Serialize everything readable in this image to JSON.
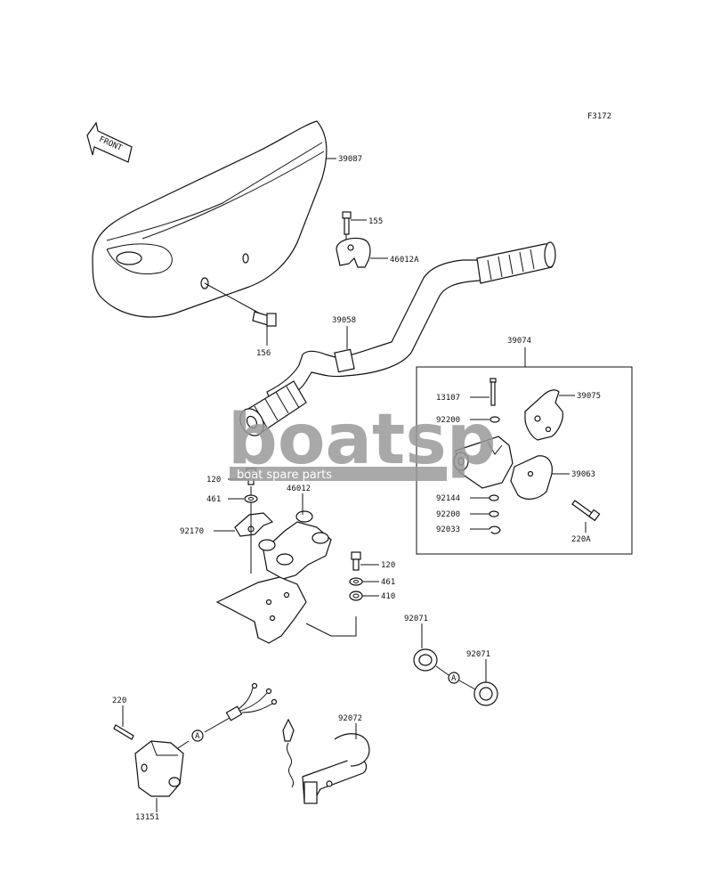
{
  "diagram_code": "F3172",
  "front_label": "FRONT",
  "watermark": {
    "brand": "boatsp",
    "tagline": "boat spare parts"
  },
  "callouts": {
    "c39087": "39087",
    "c155": "155",
    "c46012a": "46012A",
    "c39058": "39058",
    "c156": "156",
    "c39074": "39074",
    "c13107": "13107",
    "c39075": "39075",
    "c92200a": "92200",
    "c39063": "39063",
    "c92144": "92144",
    "c92200b": "92200",
    "c92033": "92033",
    "c220a": "220A",
    "c120a": "120",
    "c461a": "461",
    "c46012": "46012",
    "c92170": "92170",
    "c120b": "120",
    "c461b": "461",
    "c410": "410",
    "c92071a": "92071",
    "c92071b": "92071",
    "c220": "220",
    "c92072": "92072",
    "c13151": "13151",
    "refA1": "A",
    "refA2": "A"
  }
}
